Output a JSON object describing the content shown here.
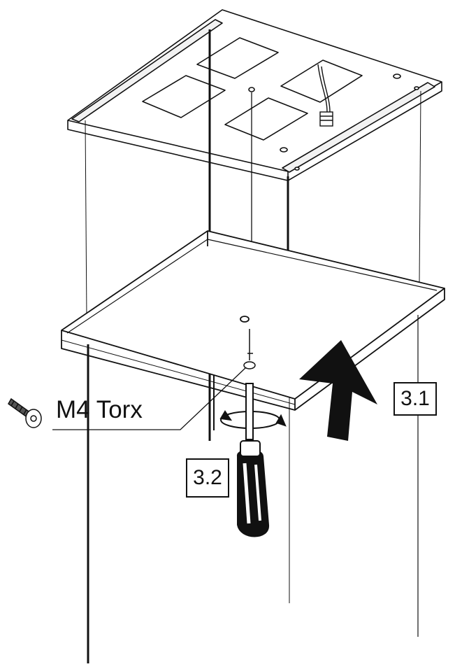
{
  "labels": {
    "screw": "M4 Torx",
    "step_lift": "3.1",
    "step_screw": "3.2"
  },
  "icons": [
    "ceiling-plate-icon",
    "canopy-cover-icon",
    "screw-icon",
    "screwdriver-icon",
    "rotation-arrow-icon",
    "lift-arrow-icon",
    "connector-icon"
  ],
  "colors": {
    "line": "#111111",
    "background": "#ffffff"
  }
}
